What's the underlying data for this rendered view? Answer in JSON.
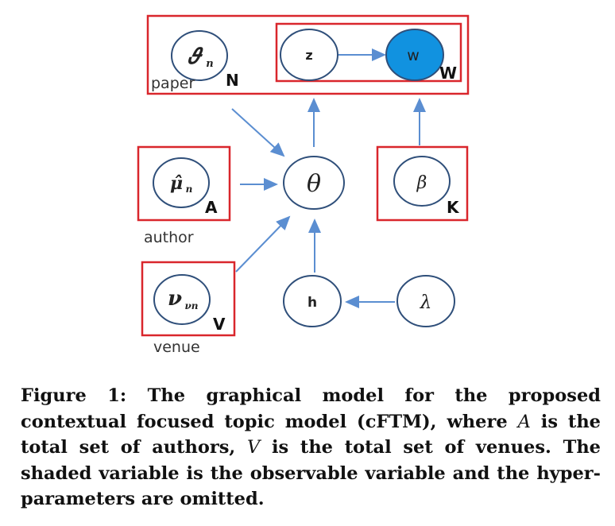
{
  "colors": {
    "plate_border": "#d9262c",
    "node_border": "#2f4f7a",
    "arrow": "#5b8ed1",
    "observed_fill": "#1192e0"
  },
  "nodes": {
    "theta_n": "𝜗",
    "theta_n_sub": "n",
    "z": "z",
    "w": "w",
    "mu_hat": "μ̂",
    "mu_hat_sub": "n",
    "theta": "θ",
    "beta": "β",
    "nu": "ν",
    "nu_sub": "νn",
    "h": "h",
    "lambda": "λ"
  },
  "plates": {
    "paper_N": "N",
    "w_W": "W",
    "author_A": "A",
    "beta_K": "K",
    "venue_V": "V"
  },
  "group_labels": {
    "paper": "paper",
    "author": "author",
    "venue": "venue"
  },
  "caption": {
    "part1": "Figure 1: The graphical model for the proposed contextual focused topic model (cFTM), where ",
    "var_A": "A",
    "part2": " is the total set of authors, ",
    "var_V": "V",
    "part3": " is the total set of venues. The shaded variable is the observable variable and the hyper-parameters are omitted."
  }
}
